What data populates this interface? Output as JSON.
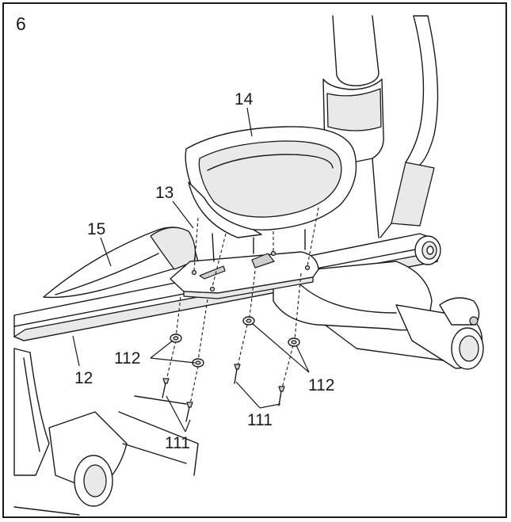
{
  "step_number": "6",
  "callouts": {
    "seat": "14",
    "seat_bracket": "13",
    "seat_cover": "15",
    "frame_rail": "12",
    "washers_left": "112",
    "washers_right": "112",
    "screws_left": "111",
    "screws_right": "111"
  }
}
